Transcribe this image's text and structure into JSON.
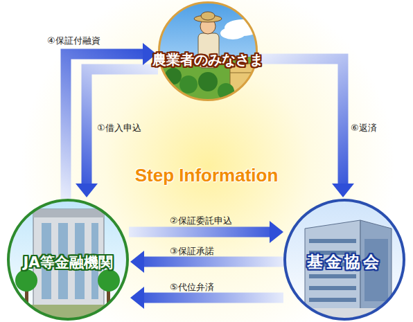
{
  "diagram": {
    "title": "Step Information",
    "nodes": [
      {
        "text": [
          "農業者のみなさま"
        ]
      },
      {
        "text": [
          "JA等金融機関"
        ]
      },
      {
        "text": [
          "基金協会"
        ]
      }
    ],
    "edges": [
      {
        "from": 0,
        "to": 1,
        "label": "①借入申込",
        "arrow": "to"
      },
      {
        "from": 1,
        "to": 2,
        "label": "②保証委託申込",
        "arrow": "to"
      },
      {
        "from": 2,
        "to": 1,
        "label": "③保証承諾",
        "arrow": "to"
      },
      {
        "from": 1,
        "to": 0,
        "label": "④保証付融資",
        "arrow": "to"
      },
      {
        "from": 2,
        "to": 1,
        "label": "⑤代位弁済",
        "arrow": "to"
      },
      {
        "from": 0,
        "to": 2,
        "label": "⑥返済",
        "arrow": "to"
      }
    ]
  }
}
